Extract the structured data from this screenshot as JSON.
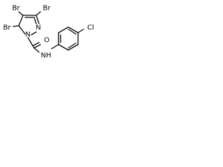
{
  "molecule": {
    "atoms": {
      "br_top_left": "Br",
      "br_top_right": "Br",
      "br_left": "Br",
      "n_ring_upper": "N",
      "n_ring_lower": "N",
      "carbonyl_o": "O",
      "amide_nh": "NH",
      "chloro": "Cl"
    }
  }
}
